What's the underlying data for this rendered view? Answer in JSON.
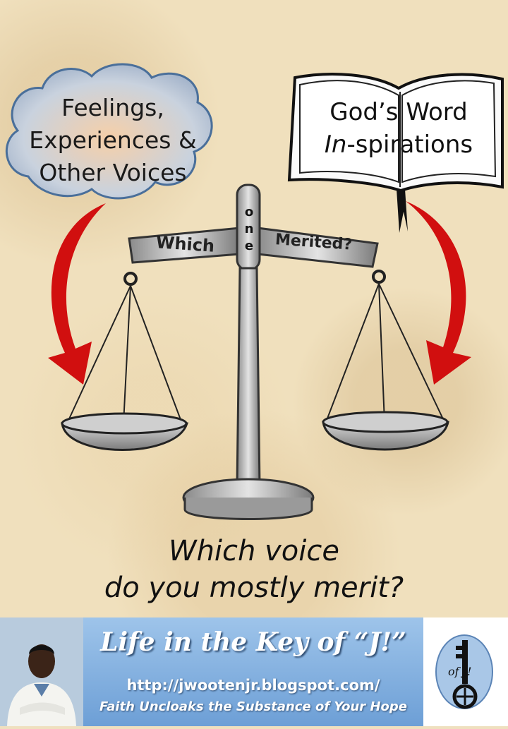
{
  "cloud": {
    "lines": [
      "Feelings,",
      "Experiences &",
      "Other Voices"
    ]
  },
  "book": {
    "line1": "God’s Word",
    "line2_prefix": "In",
    "line2_suffix": "-spirations"
  },
  "scale": {
    "left_label": "Which",
    "right_label": "Merited?",
    "center_letters": [
      "o",
      "n",
      "e"
    ]
  },
  "question": {
    "line1": "Which voice",
    "line2": "do you mostly merit?"
  },
  "footer": {
    "title": "Life in the Key of “J!”",
    "url": "http://jwootenjr.blogspot.com",
    "url_suffix": "/",
    "tagline": "Faith Uncloaks the Substance of Your Hope",
    "logo_text": "of J!"
  },
  "colors": {
    "arrow": "#d10f0f",
    "banner": "#7fb0e2",
    "scale": "#b9b9b9"
  }
}
